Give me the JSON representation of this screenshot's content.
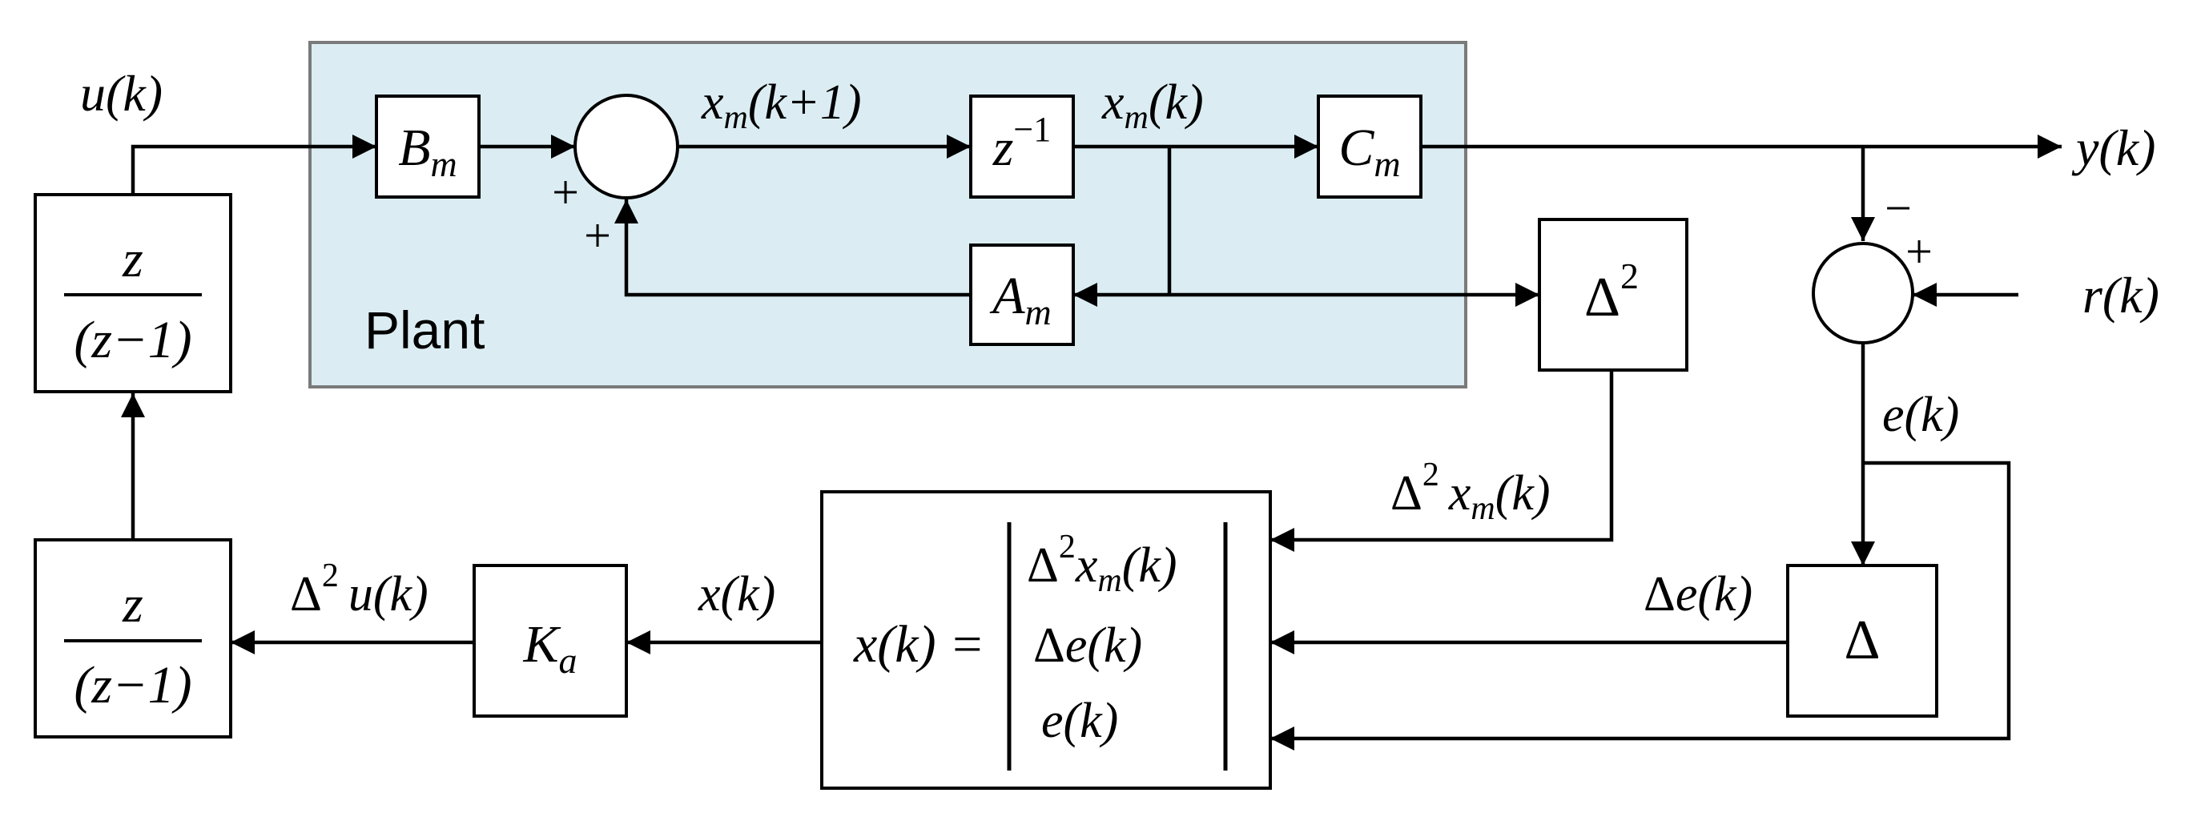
{
  "plant": {
    "title": "Plant",
    "fill_color": "#dbedf3",
    "border_color": "#7a7a7a"
  },
  "blocks": {
    "integrator_top": {
      "num": "z",
      "den": "(z−1)"
    },
    "integrator_bottom": {
      "num": "z",
      "den": "(z−1)"
    },
    "Bm": {
      "main": "B",
      "sub": "m"
    },
    "delay": {
      "main": "z",
      "sup": "−1"
    },
    "Cm": {
      "main": "C",
      "sub": "m"
    },
    "Am": {
      "main": "A",
      "sub": "m"
    },
    "delta_sq": {
      "main": "Δ",
      "sup": "2"
    },
    "delta": {
      "main": "Δ"
    },
    "Ka": {
      "main": "K",
      "sub": "a"
    }
  },
  "state_vector": {
    "lhs": "x(k) =",
    "rows": [
      {
        "pre": "Δ",
        "sup": "2",
        "main": "x",
        "sub": "m",
        "post": "(k)"
      },
      {
        "pre": "Δ",
        "main": "e(k)"
      },
      {
        "main": "e(k)"
      }
    ]
  },
  "signals": {
    "u": "u(k)",
    "xm_next": {
      "main": "x",
      "sub": "m",
      "post": "(k+1)"
    },
    "xm": {
      "main": "x",
      "sub": "m",
      "post": "(k)"
    },
    "y": "y(k)",
    "r": "r(k)",
    "e": "e(k)",
    "d2xm": {
      "pre": "Δ",
      "sup": "2",
      "main": "x",
      "sub": "m",
      "post": "(k)"
    },
    "de": {
      "pre": "Δ",
      "main": "e(k)"
    },
    "x": "x(k)",
    "d2u": {
      "pre": "Δ",
      "sup": "2",
      "main": "u(k)"
    }
  },
  "signs": {
    "plant_sum_top": "+",
    "plant_sum_bottom": "+",
    "error_sum_minus": "−",
    "error_sum_plus": "+"
  }
}
